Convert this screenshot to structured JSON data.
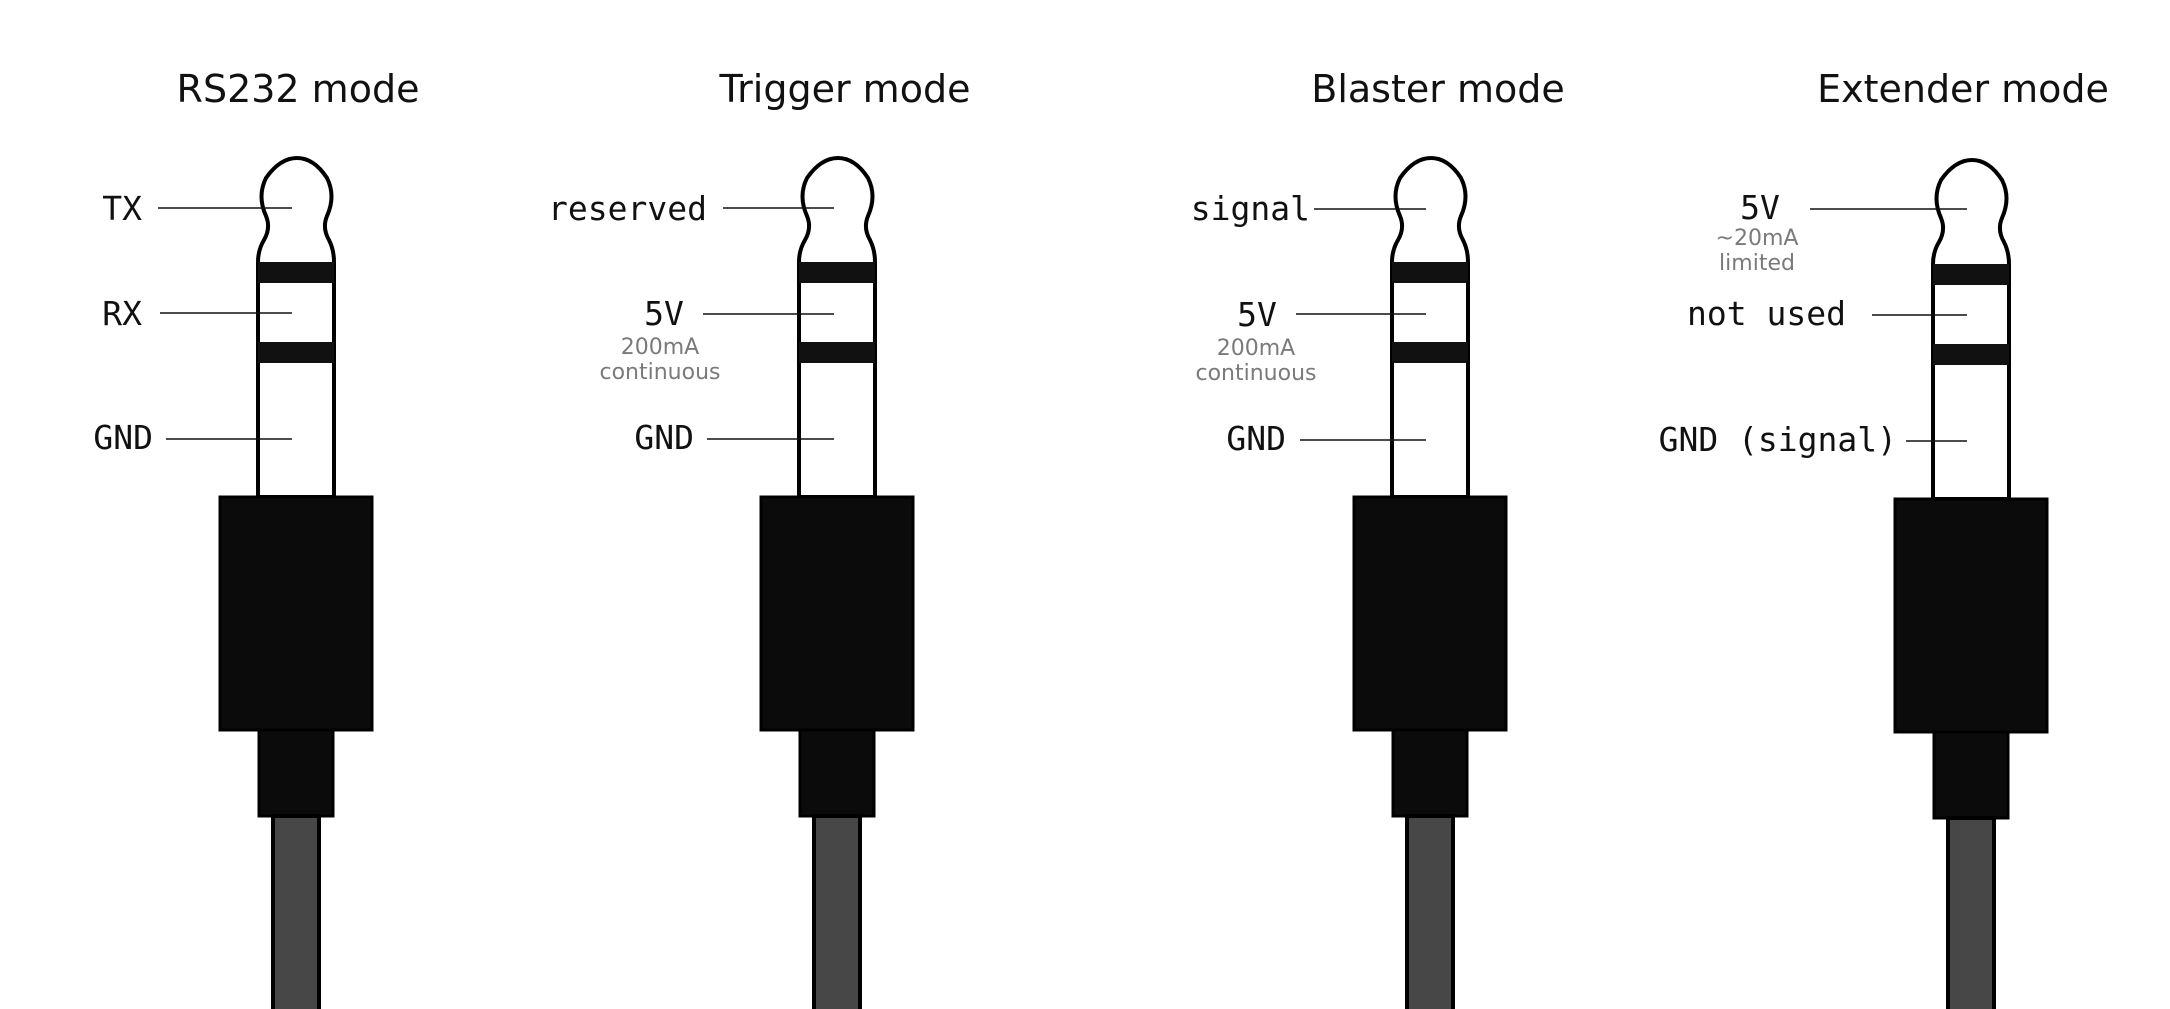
{
  "colors": {
    "background": "#ffffff",
    "plug_body": "#0b0b0b",
    "cable": "#474747",
    "note_text": "#7a7a7a"
  },
  "modes": [
    {
      "title": "RS232 mode",
      "pins": [
        {
          "label": "TX",
          "note": []
        },
        {
          "label": "RX",
          "note": []
        },
        {
          "label": "GND",
          "note": []
        }
      ]
    },
    {
      "title": "Trigger mode",
      "pins": [
        {
          "label": "reserved",
          "note": []
        },
        {
          "label": "5V",
          "note": [
            "200mA",
            "continuous"
          ]
        },
        {
          "label": "GND",
          "note": []
        }
      ]
    },
    {
      "title": "Blaster mode",
      "pins": [
        {
          "label": "signal",
          "note": []
        },
        {
          "label": "5V",
          "note": [
            "200mA",
            "continuous"
          ]
        },
        {
          "label": "GND",
          "note": []
        }
      ]
    },
    {
      "title": "Extender mode",
      "pins": [
        {
          "label": "5V",
          "note": [
            "~20mA",
            "limited"
          ]
        },
        {
          "label": "not used",
          "note": []
        },
        {
          "label": "GND (signal)",
          "note": []
        }
      ]
    }
  ]
}
